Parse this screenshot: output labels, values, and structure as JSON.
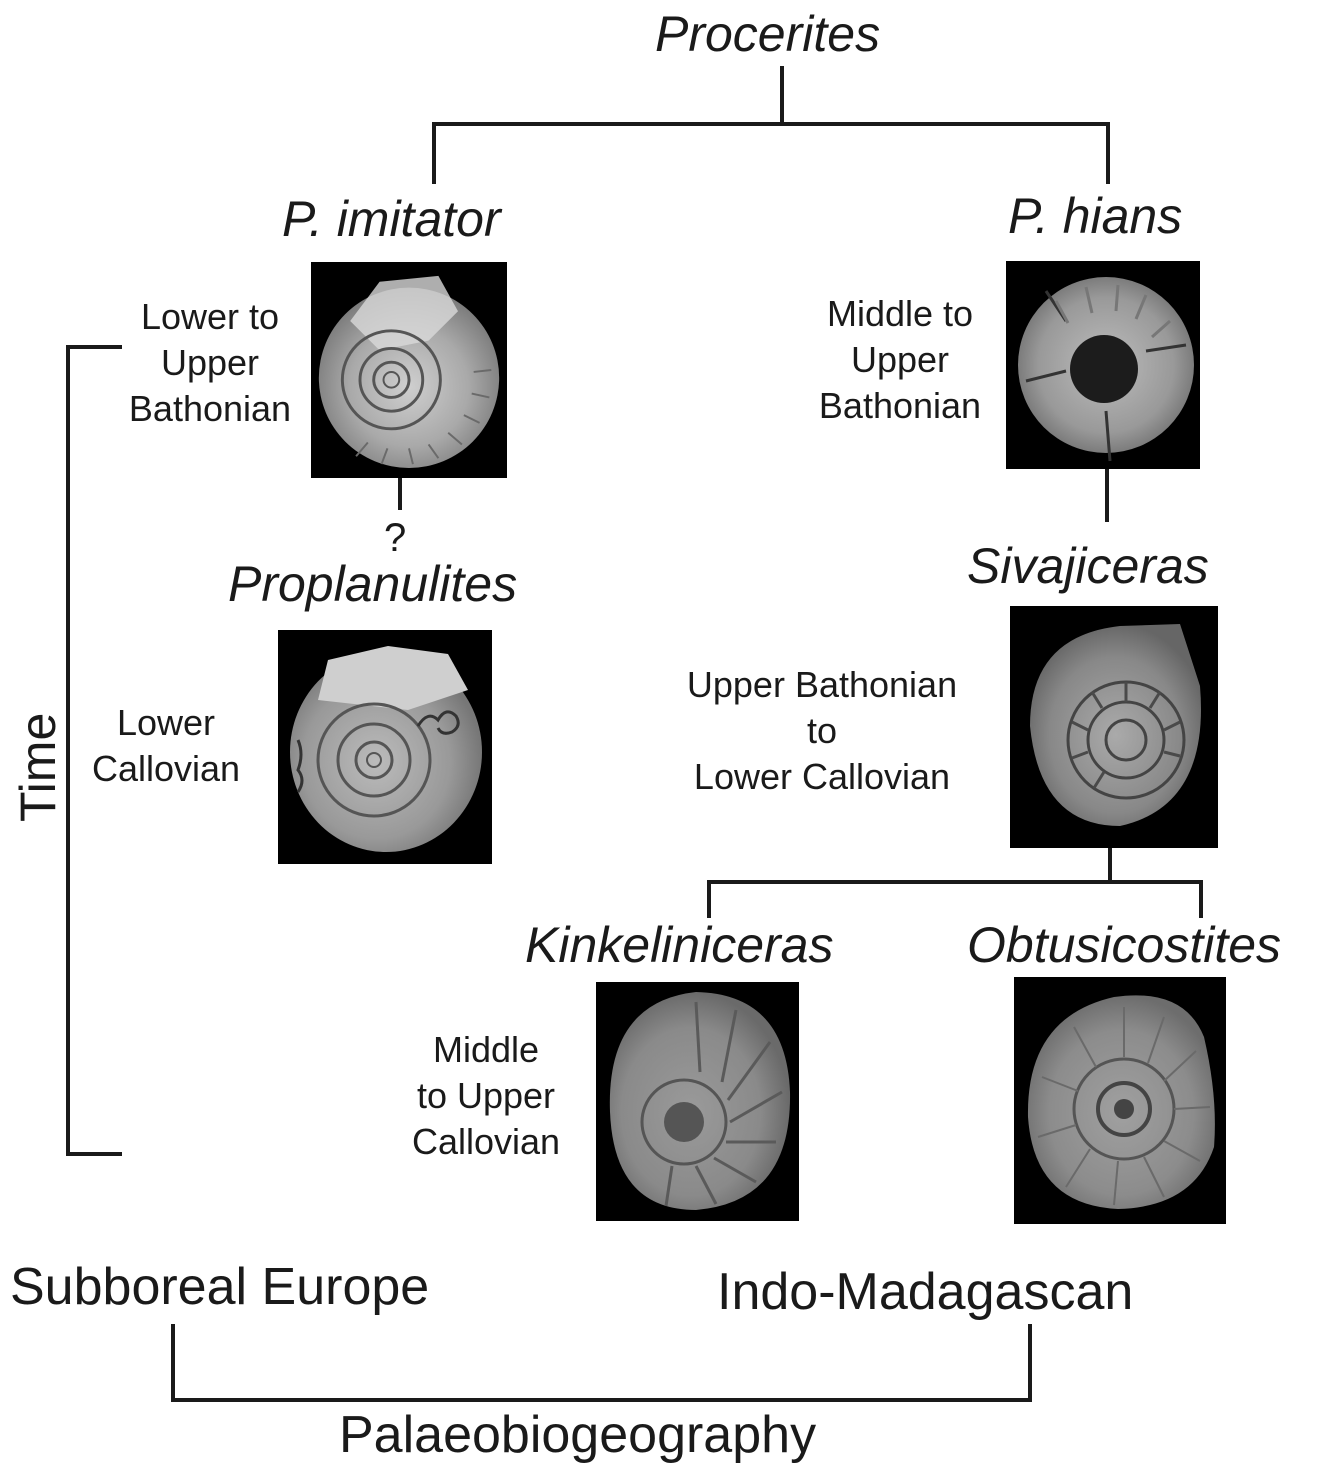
{
  "root": "Procerites",
  "taxa": {
    "p_imitator": "P. imitator",
    "p_hians": "P. hians",
    "proplanulites": "Proplanulites",
    "sivajiceras": "Sivajiceras",
    "kinkeliniceras": "Kinkeliniceras",
    "obtusicostites": "Obtusicostites"
  },
  "ages": {
    "p_imitator": "Lower to\nUpper\nBathonian",
    "p_hians": "Middle to\nUpper\nBathonian",
    "proplanulites": "Lower\nCallovian",
    "sivajiceras": "Upper Bathonian\nto\nLower Callovian",
    "kinkeliniceras": "Middle\nto Upper\nCallovian"
  },
  "uncertain_link": "?",
  "time_axis_label": "Time",
  "regions": {
    "left": "Subboreal Europe",
    "right": "Indo-Madagascan"
  },
  "bottom_label": "Palaeobiogeography"
}
